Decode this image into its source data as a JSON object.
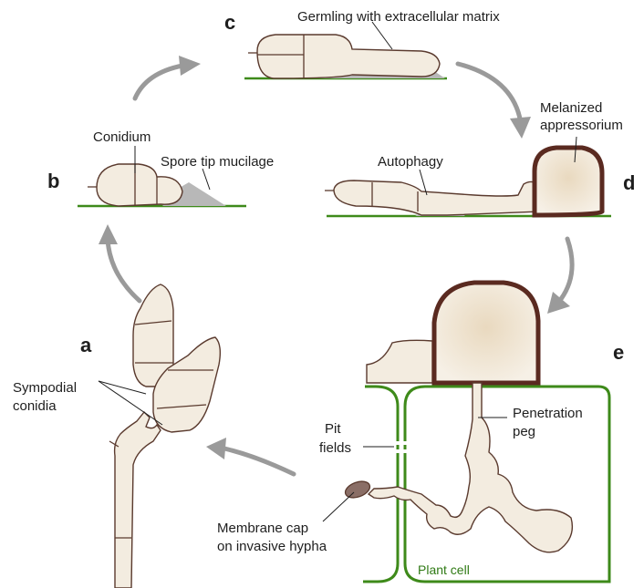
{
  "panels": {
    "a": "a",
    "b": "b",
    "c": "c",
    "d": "d",
    "e": "e"
  },
  "labels": {
    "germling": "Germling with extracellular matrix",
    "conidium": "Conidium",
    "spore_tip_mucilage": "Spore tip mucilage",
    "autophagy": "Autophagy",
    "melanized_line1": "Melanized",
    "melanized_line2": "appressorium",
    "sympodial_line1": "Sympodial",
    "sympodial_line2": "conidia",
    "pit_line1": "Pit",
    "pit_line2": "fields",
    "penetration_line1": "Penetration",
    "penetration_line2": "peg",
    "membrane_line1": "Membrane cap",
    "membrane_line2": "on invasive hypha",
    "plant_cell": "Plant cell"
  },
  "colors": {
    "cell_fill": "#f3ece0",
    "cell_outline": "#5a3a2e",
    "melanin": "#5a2a20",
    "plant_wall": "#3e8a1a",
    "mucilage": "#b8b8b8",
    "cycle_arrow": "#9a9a9a"
  }
}
